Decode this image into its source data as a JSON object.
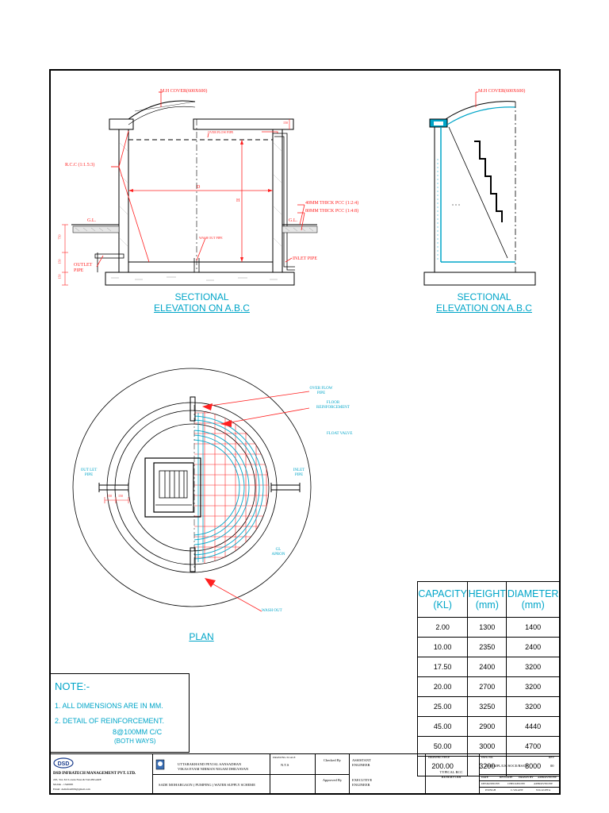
{
  "elevation_left": {
    "mh_cover": "M.H COVER(600X600)",
    "overflow_pipe": "OVER FLOW PIPE",
    "rcc": "R.C.C (1:1.5:3)",
    "diameter_mark": "D",
    "height_mark": "H",
    "pcc40": "40MM THICK PCC (1:2:4)",
    "pcc80": "80MM THICK PCC (1:4:8)",
    "gl_left": "G.L.",
    "gl_right": "G.L.",
    "wash_out": "WASH OUT PIPE",
    "outlet": "OUTLET PIPE",
    "inlet": "INLET PIPE",
    "dim_top": "150",
    "dim_1": "750",
    "dim_2": "150",
    "dim_3": "150"
  },
  "elevation_right": {
    "mh_cover": "M.H COVER(600X600)"
  },
  "titles": {
    "elev_left_1": "SECTIONAL",
    "elev_left_2": "ELEVATION ON A.B.C",
    "elev_right_1": "SECTIONAL",
    "elev_right_2": "ELEVATION ON A.B.C",
    "plan": "PLAN"
  },
  "plan": {
    "overflow": "OVER FLOW PIPE",
    "floor_reinf": "FLOOR REINFORCEMENT",
    "float_valve": "FLOAT VALVE",
    "outlet": "OUT LET PIPE",
    "inlet": "INLET PIPE",
    "gl_apron": "GL APRON",
    "washout": "WASH OUT",
    "dim_a": "150",
    "dim_b": "150"
  },
  "capacity_table": {
    "headers": [
      "CAPACITY (KL)",
      "HEIGHT (mm)",
      "DIAMETER (mm)"
    ],
    "rows": [
      [
        "2.00",
        "1300",
        "1400"
      ],
      [
        "10.00",
        "2350",
        "2400"
      ],
      [
        "17.50",
        "2400",
        "3200"
      ],
      [
        "20.00",
        "2700",
        "3200"
      ],
      [
        "25.00",
        "3250",
        "3200"
      ],
      [
        "45.00",
        "2900",
        "4440"
      ],
      [
        "50.00",
        "3000",
        "4700"
      ],
      [
        "200.00",
        "3200",
        "8000"
      ]
    ]
  },
  "notes": {
    "heading": "NOTE:-",
    "n1": "1.   ALL DIMENSIONS ARE IN MM.",
    "n2": "2.   DETAIL OF REINFORCEMENT.",
    "n2a": "8@100MM C/C",
    "n2b": "(BOTH WAYS)"
  },
  "title_block": {
    "company": "DSD INFRATECH MANAGEMENT PVT. LTD.",
    "address1": "245, 3rd, 3rd Lorens Nass & TAGINGARE",
    "address2": "Mobile - 1540095",
    "address3": "Email: dsdinfra2009@gmail.com",
    "client1": "UTTARAKHAND PEYJAL SANSADHAN",
    "client2": "VIKAS EVAM NIRMAN NIGAM DHILYAVAN",
    "scheme": "SADE MOHARGAON ( PUMPING ) WATER SUPPLY SCHEME",
    "scale_label": "DRAWING SCALE",
    "scale": "N.T.S",
    "checked": "Checked By",
    "approved": "Approved By",
    "asst_eng": "ASSISTANT ENGINEER",
    "exec_eng": "EXECUTIVE ENGINEER",
    "dwg_title_label": "DRAWING TITLE",
    "dwg_title1": "TYPICAL RCC",
    "dwg_title2": "RESERVOIR",
    "dwg_no_label": "DWG NO.",
    "dwg_no": "DSDIMPL/UK/SOCE/RS/03",
    "rev_label": "REV",
    "rev": "00",
    "hdr": [
      "DATE",
      "REV.DATE",
      "DRAWN BY",
      "APPROVED BY"
    ],
    "row2": [
      "DESIGNED BY",
      "CHECKED BY",
      "APPROVED BY"
    ],
    "row3": [
      "P.SINGH",
      "C.V.KANT",
      "N.K.GUPTA"
    ]
  }
}
